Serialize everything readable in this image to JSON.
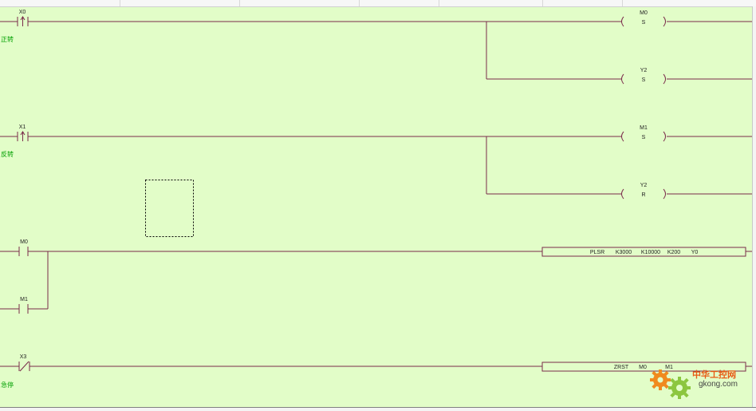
{
  "colors": {
    "background": "#e2fdc8",
    "wire": "#7a2a4a",
    "label": "#222222",
    "comment": "#00a000",
    "watermark_orange": "#e85a14",
    "watermark_green": "#8cc63f"
  },
  "rungs": [
    {
      "contact": {
        "device": "X0",
        "type": "rising-edge-contact",
        "comment": "正转"
      },
      "coils": [
        {
          "device": "M0",
          "instruction": "S"
        },
        {
          "device": "Y2",
          "instruction": "S"
        }
      ]
    },
    {
      "contact": {
        "device": "X1",
        "type": "rising-edge-contact",
        "comment": "反转"
      },
      "coils": [
        {
          "device": "M1",
          "instruction": "S"
        },
        {
          "device": "Y2",
          "instruction": "R"
        }
      ]
    },
    {
      "contacts": [
        {
          "device": "M0",
          "type": "normally-open-contact"
        },
        {
          "device": "M1",
          "type": "normally-open-contact"
        }
      ],
      "instruction_box": {
        "op": "PLSR",
        "operands": [
          "K3000",
          "K10000",
          "K200",
          "Y0"
        ]
      }
    },
    {
      "contact": {
        "device": "X3",
        "type": "normally-closed-contact",
        "comment": "急停"
      },
      "instruction_box": {
        "op": "ZRST",
        "operands": [
          "M0",
          "M1"
        ]
      }
    }
  ],
  "watermark": {
    "text_cn": "中华工控网",
    "text_url": "gkong.com"
  }
}
